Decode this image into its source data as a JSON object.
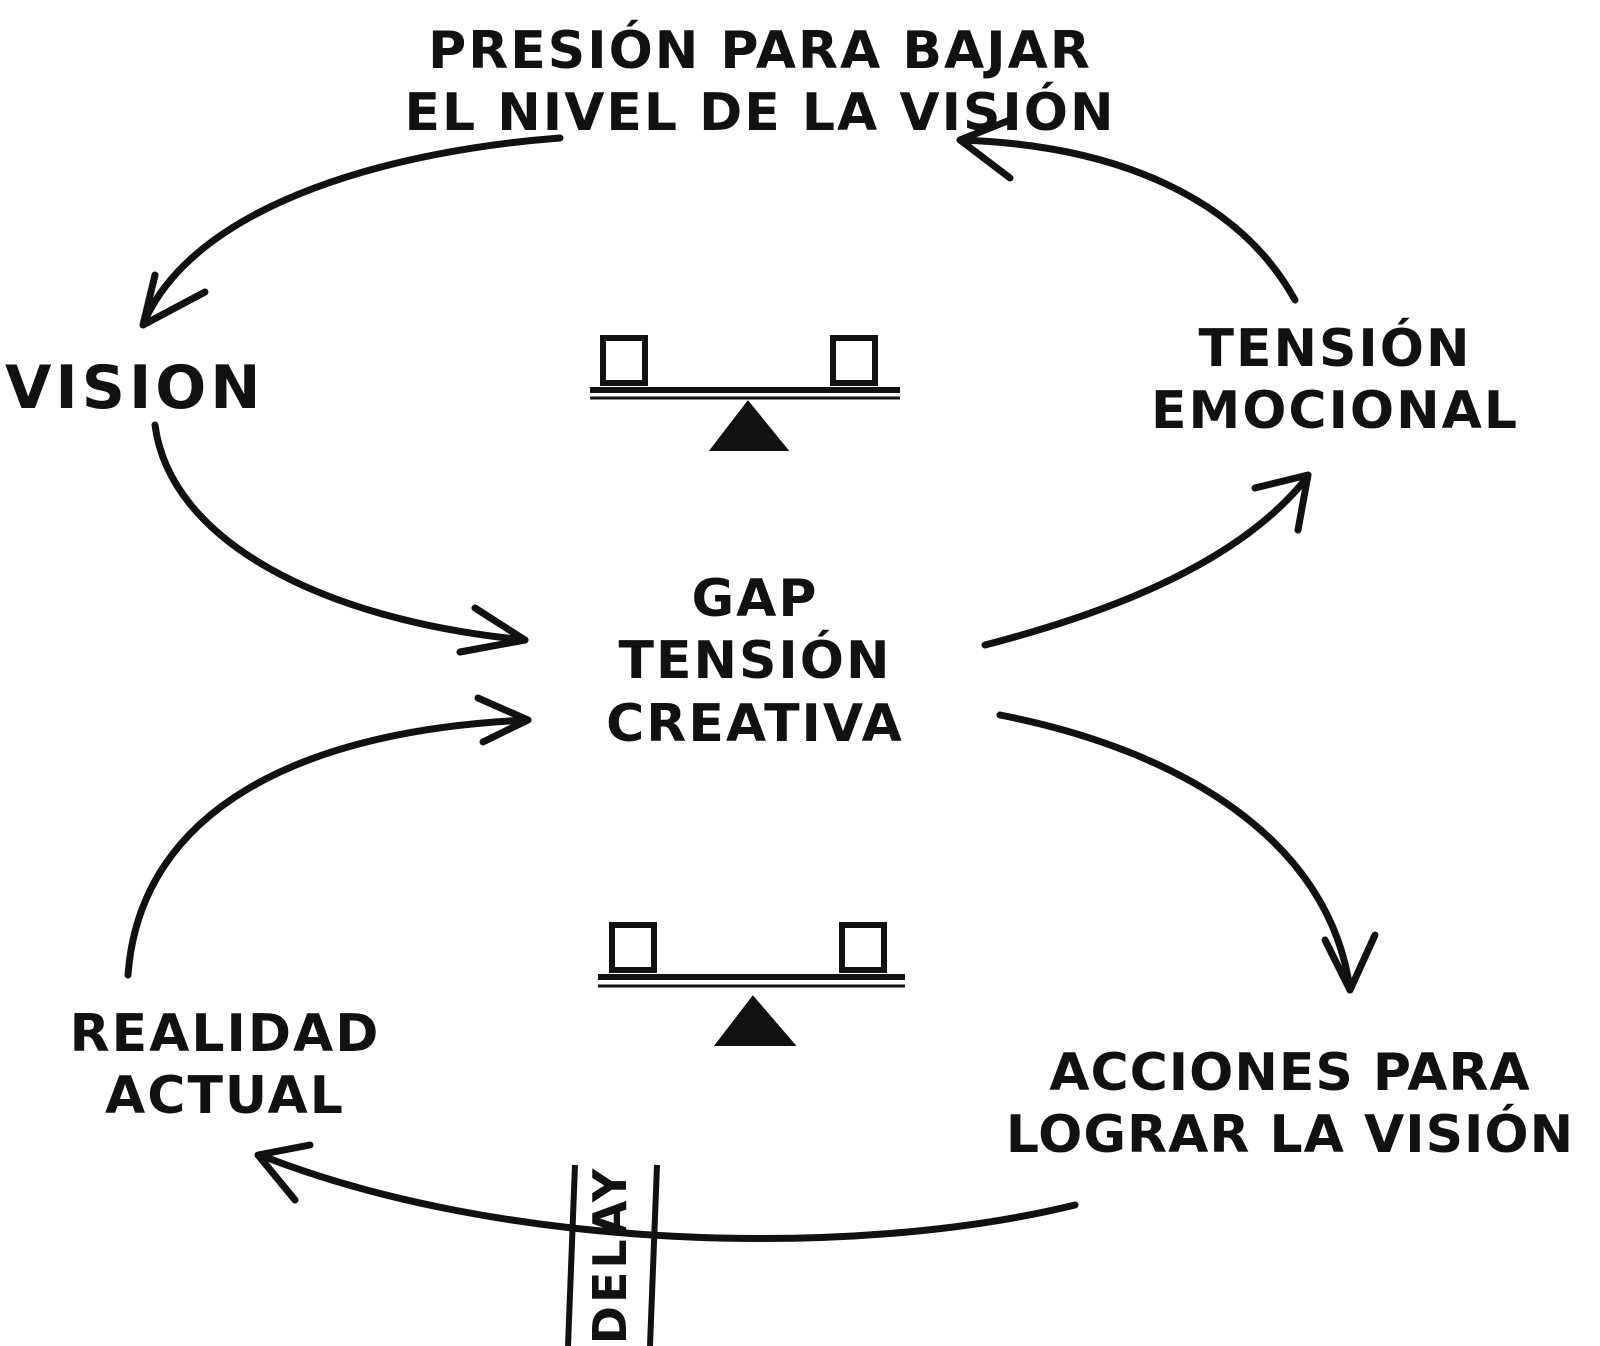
{
  "diagram": {
    "top_label": [
      "PRESIÓN PARA BAJAR",
      "EL NIVEL DE LA VISIÓN"
    ],
    "vision_label": "VISION",
    "emotional_label": [
      "TENSIÓN",
      "EMOCIONAL"
    ],
    "center_label": [
      "GAP",
      "TENSIÓN",
      "CREATIVA"
    ],
    "reality_label": [
      "REALIDAD",
      "ACTUAL"
    ],
    "actions_label": [
      "ACCIONES PARA",
      "LOGRAR LA VISIÓN"
    ],
    "delay_label": "DELAY"
  },
  "colors": {
    "ink": "#111111",
    "background": "#ffffff"
  }
}
